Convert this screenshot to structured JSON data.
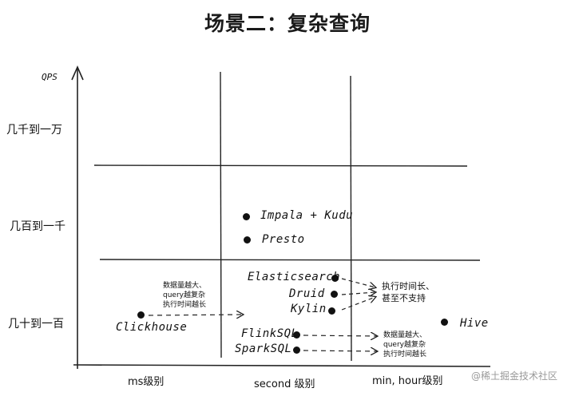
{
  "title": "场景二：复杂查询",
  "y_axis": {
    "label": "QPS",
    "levels": [
      "几千到一万",
      "几百到一千",
      "几十到一百"
    ]
  },
  "x_axis": {
    "levels": [
      "ms级别",
      "second 级别",
      "min, hour级别"
    ]
  },
  "points": [
    {
      "name": "Impala + Kudu",
      "qps_level": "几百到一千",
      "latency_level": "second 级别"
    },
    {
      "name": "Presto",
      "qps_level": "几百到一千",
      "latency_level": "second 级别"
    },
    {
      "name": "Elasticsearch",
      "qps_level": "几十到一百",
      "latency_level": "second 级别"
    },
    {
      "name": "Druid",
      "qps_level": "几十到一百",
      "latency_level": "second 级别"
    },
    {
      "name": "Kylin",
      "qps_level": "几十到一百",
      "latency_level": "second 级别"
    },
    {
      "name": "Clickhouse",
      "qps_level": "几十到一百",
      "latency_level": "ms级别"
    },
    {
      "name": "FlinkSQL",
      "qps_level": "几十到一百",
      "latency_level": "second 级别"
    },
    {
      "name": "SparkSQL",
      "qps_level": "几十到一百",
      "latency_level": "second 级别"
    },
    {
      "name": "Hive",
      "qps_level": "几十到一百",
      "latency_level": "min, hour级别"
    }
  ],
  "notes": {
    "clickhouse": [
      "数据量越大、",
      "query越复杂",
      "执行时间越长"
    ],
    "olap": [
      "执行时间长、",
      "甚至不支持"
    ],
    "sql_engines": [
      "数据量越大、",
      "query越复杂",
      "执行时间越长"
    ]
  },
  "watermark": "@稀土掘金技术社区"
}
